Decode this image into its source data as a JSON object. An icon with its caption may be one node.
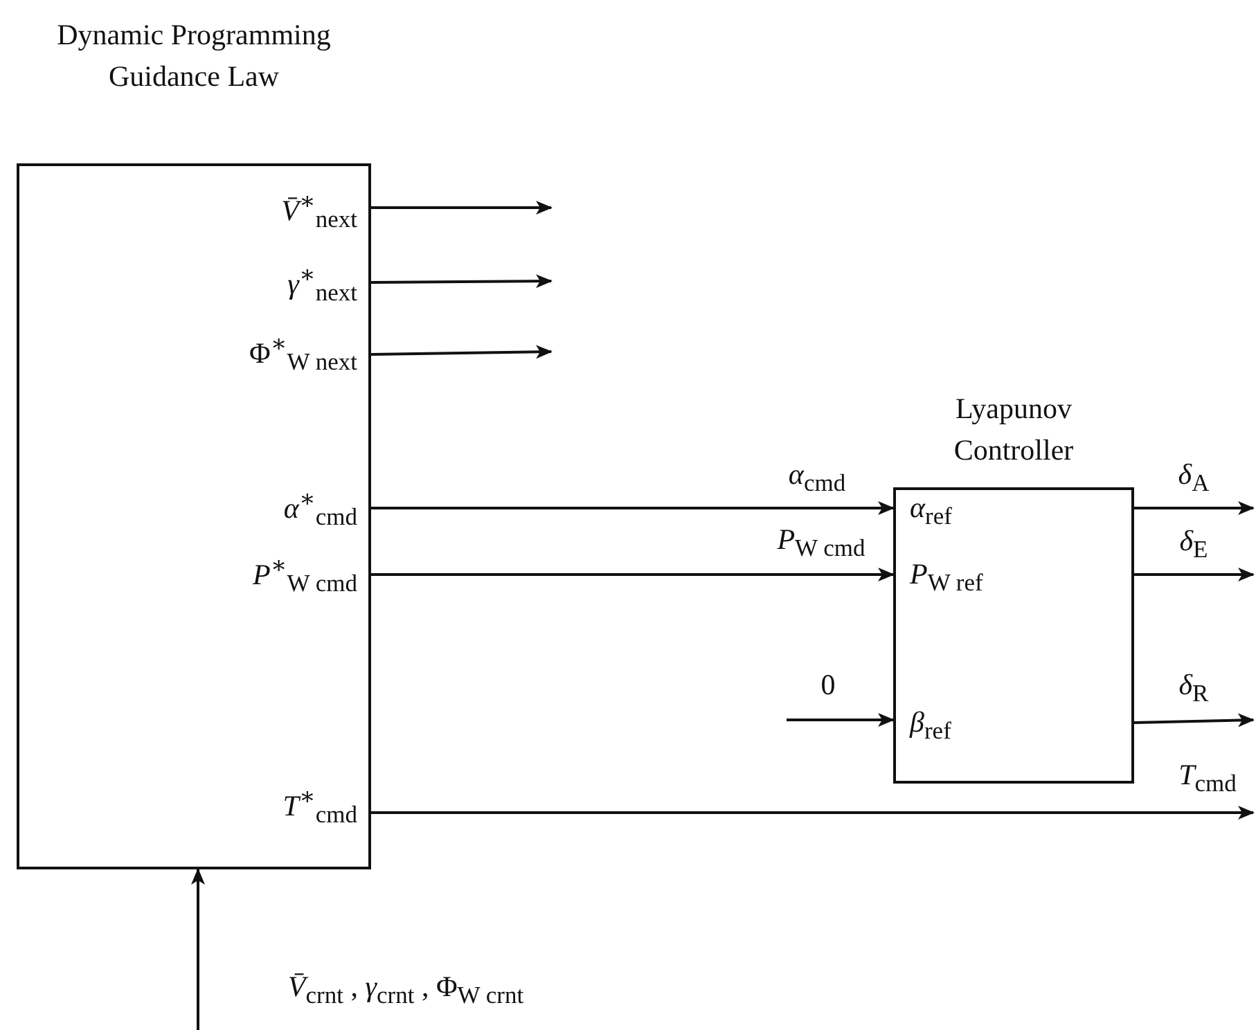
{
  "diagram": {
    "nodes": [
      {
        "text": [
          "Dynamic Programming Guidance Law",
          "*V̄*$^{∗}$$_{next}$",
          "*γ*$^{∗}$$_{next}$",
          "Φ$^{∗}$$_{W next}$",
          "*α*$^{∗}$$_{cmd}$",
          "*P*$^{∗}$$_{W cmd}$",
          "*T*$^{∗}$$_{cmd}$"
        ]
      },
      {
        "text": [
          "Lyapunov Controller",
          "*α*$_{ref}$",
          "*P*$_{W ref}$",
          "*β*$_{ref}$"
        ]
      }
    ],
    "edges": [
      {
        "from": 0,
        "to": null,
        "arrow": "to"
      },
      {
        "from": 0,
        "to": null,
        "arrow": "to"
      },
      {
        "from": 0,
        "to": null,
        "arrow": "to"
      },
      {
        "from": 0,
        "to": 1,
        "arrow": "to",
        "label": "*α*$_{cmd}$"
      },
      {
        "from": 0,
        "to": 1,
        "arrow": "to",
        "label": "*P*$_{W cmd}$"
      },
      {
        "from": null,
        "to": 1,
        "arrow": "to",
        "label": "0"
      },
      {
        "from": 1,
        "to": null,
        "arrow": "to",
        "label": "*δ*$_{A}$"
      },
      {
        "from": 1,
        "to": null,
        "arrow": "to",
        "label": "*δ*$_{E}$"
      },
      {
        "from": 1,
        "to": null,
        "arrow": "to",
        "label": "*δ*$_{R}$"
      },
      {
        "from": 0,
        "to": null,
        "arrow": "to",
        "label": "*T*$_{cmd}$"
      },
      {
        "from": null,
        "to": 0,
        "arrow": "to",
        "label": "*V̄*$_{crnt}$ , *γ*$_{crnt}$ , Φ$_{W crnt}$"
      }
    ]
  }
}
